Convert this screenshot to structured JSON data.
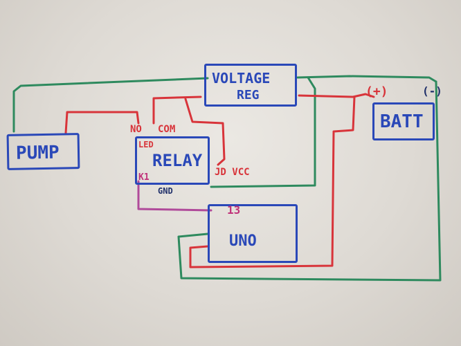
{
  "components": {
    "pump": "PUMP",
    "voltage_reg_line1": "VOLTAGE",
    "voltage_reg_line2": "REG",
    "relay": "RELAY",
    "battery": "BATT",
    "uno": "UNO"
  },
  "pins": {
    "relay_no": "NO",
    "relay_com": "COM",
    "relay_led": "LED",
    "relay_k1": "K1",
    "relay_gnd": "GND",
    "relay_jdvcc": "JD VCC",
    "uno_13": "13",
    "batt_plus": "(+)",
    "batt_minus": "(-)"
  },
  "wire_colors": {
    "positive": "#d8343a",
    "ground": "#2e8a5e",
    "signal": "#b04a9a",
    "component": "#2a48b8"
  }
}
